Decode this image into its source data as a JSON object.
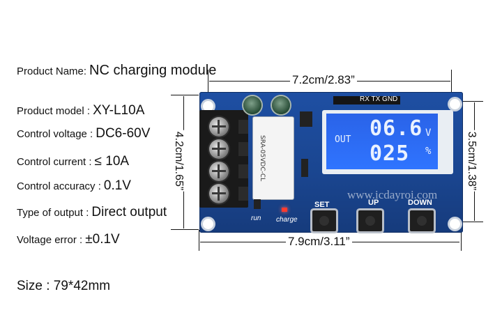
{
  "specs": [
    {
      "label": "Product Name:",
      "value": "NC charging module"
    },
    {
      "label": "Product model :",
      "value": "XY-L10A"
    },
    {
      "label": "Control voltage :",
      "value": "DC6-60V"
    },
    {
      "label": "Control current :",
      "value": "≤ 10A"
    },
    {
      "label": "Control accuracy :",
      "value": "0.1V"
    },
    {
      "label": "Type of output :",
      "value": "Direct output"
    },
    {
      "label": "Voltage error :",
      "value": "±0.1V"
    }
  ],
  "size": "Size : 79*42mm",
  "dimensions": {
    "top": "7.2cm/2.83”",
    "bottom": "7.9cm/3.11”",
    "left": "4.2cm/1.65”",
    "right": "3.5cm/1.38”"
  },
  "board": {
    "header_label": "RX TX GND",
    "lcd": {
      "label": "OUT",
      "row1": "06.6",
      "unit1": "V",
      "row2": "025",
      "unit2": "%"
    },
    "buttons": [
      "SET",
      "UP",
      "DOWN"
    ],
    "silk_run": "run",
    "silk_charge": "charge",
    "relay_text": "SRA-05VDC-CL",
    "watermark": "www.icdayroi.com"
  },
  "colors": {
    "board": "#1e4fa3",
    "lcd": "#2f74ff",
    "led": "#ff3b2f"
  }
}
